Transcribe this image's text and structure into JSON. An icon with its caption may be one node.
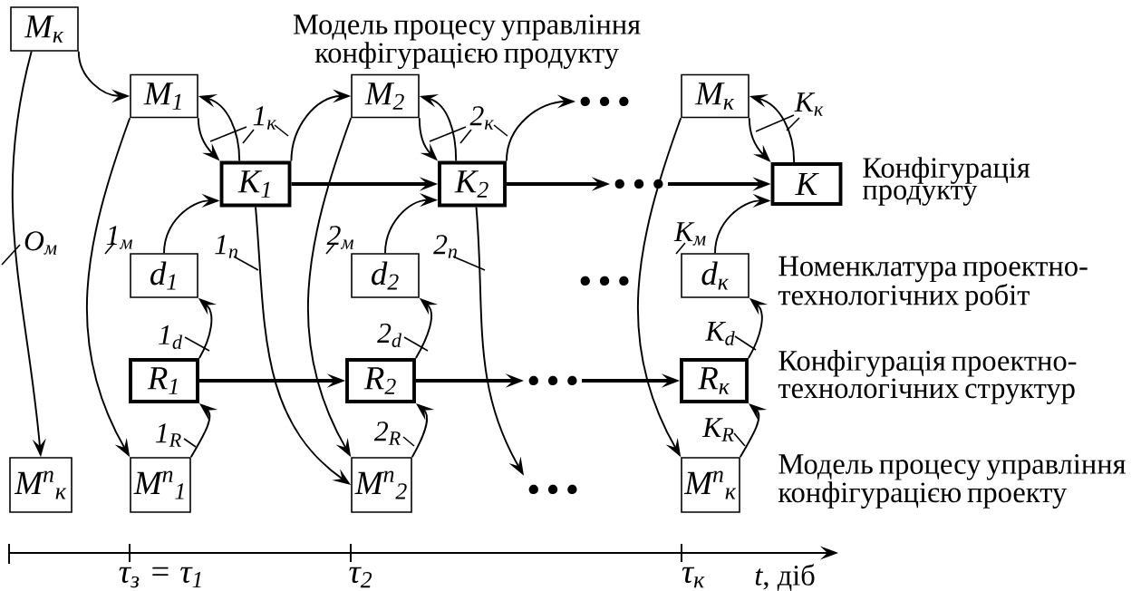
{
  "diagram": {
    "title": "Модель процесу управління конфігурацією продукту",
    "nodes": [
      {
        "text": [
          "M$_{к}$"
        ]
      },
      {
        "text": [
          "M$_{1}$"
        ]
      },
      {
        "text": [
          "M$_{2}$"
        ]
      },
      {
        "text": [
          "M$_{к}$"
        ]
      },
      {
        "text": [
          "K$_{1}$"
        ]
      },
      {
        "text": [
          "K$_{2}$"
        ]
      },
      {
        "text": [
          "K"
        ]
      },
      {
        "text": [
          "d$_{1}$"
        ]
      },
      {
        "text": [
          "d$_{2}$"
        ]
      },
      {
        "text": [
          "d$_{к}$"
        ]
      },
      {
        "text": [
          "R$_{1}$"
        ]
      },
      {
        "text": [
          "R$_{2}$"
        ]
      },
      {
        "text": [
          "R$_{к}$"
        ]
      },
      {
        "text": [
          "M$^{n}$$_{к}$"
        ]
      },
      {
        "text": [
          "M$^{n}$$_{1}$"
        ]
      },
      {
        "text": [
          "M$^{n}$$_{2}$"
        ]
      },
      {
        "text": [
          "M$^{n}$$_{к}$"
        ]
      },
      {
        "text": [
          "…"
        ]
      },
      {
        "text": [
          "…"
        ]
      },
      {
        "text": [
          "…"
        ]
      },
      {
        "text": [
          "…"
        ]
      }
    ],
    "edges": [
      {
        "from": 0,
        "to": 1,
        "arrow": "to"
      },
      {
        "from": 0,
        "to": 13,
        "arrow": "to",
        "label": "O$_{м}$"
      },
      {
        "from": 1,
        "to": 4,
        "arrow": "to"
      },
      {
        "from": 4,
        "to": 1,
        "arrow": "to",
        "label": "1$_{к}$"
      },
      {
        "from": 4,
        "to": 2,
        "arrow": "to"
      },
      {
        "from": 7,
        "to": 4,
        "arrow": "to"
      },
      {
        "from": 4,
        "to": 5,
        "arrow": "to",
        "style": "thick"
      },
      {
        "from": 1,
        "to": 14,
        "arrow": "to",
        "label": "1$_{м}$"
      },
      {
        "from": 4,
        "to": 15,
        "arrow": "to",
        "label": "1$_{n}$"
      },
      {
        "from": 10,
        "to": 7,
        "arrow": "to",
        "label": "1$_{d}$"
      },
      {
        "from": 14,
        "to": 10,
        "arrow": "to",
        "label": "1$_{R}$"
      },
      {
        "from": 10,
        "to": 11,
        "arrow": "to",
        "style": "thick"
      },
      {
        "from": 2,
        "to": 5,
        "arrow": "to"
      },
      {
        "from": 5,
        "to": 2,
        "arrow": "to",
        "label": "2$_{к}$"
      },
      {
        "from": 5,
        "to": 17,
        "arrow": "to"
      },
      {
        "from": 8,
        "to": 5,
        "arrow": "to"
      },
      {
        "from": 5,
        "to": 18,
        "arrow": "to",
        "style": "thick"
      },
      {
        "from": 2,
        "to": 15,
        "arrow": "to",
        "label": "2$_{м}$"
      },
      {
        "from": 5,
        "to": 20,
        "arrow": "to",
        "label": "2$_{n}$"
      },
      {
        "from": 11,
        "to": 8,
        "arrow": "to",
        "label": "2$_{d}$"
      },
      {
        "from": 15,
        "to": 11,
        "arrow": "to",
        "label": "2$_{R}$"
      },
      {
        "from": 11,
        "to": 19,
        "arrow": "to",
        "style": "thick"
      },
      {
        "from": 3,
        "to": 6,
        "arrow": "to"
      },
      {
        "from": 6,
        "to": 3,
        "arrow": "to",
        "label": "K$_{к}$"
      },
      {
        "from": 18,
        "to": 6,
        "arrow": "to",
        "style": "thick"
      },
      {
        "from": 9,
        "to": 6,
        "arrow": "to"
      },
      {
        "from": 3,
        "to": 16,
        "arrow": "to",
        "label": "K$_{м}$"
      },
      {
        "from": 19,
        "to": 12,
        "arrow": "to",
        "style": "thick"
      },
      {
        "from": 12,
        "to": 9,
        "arrow": "to",
        "label": "K$_{d}$"
      },
      {
        "from": 16,
        "to": 12,
        "arrow": "to",
        "label": "K$_{R}$"
      }
    ],
    "labels": [
      "Конфігурація продукту",
      "Номенклатура проектно-технологічних робіт",
      "…",
      "Конфігурація проектно-технологічних структур",
      "Модель процесу управління конфігурацією проекту",
      "τ$_{з}$ = τ$_{1}$",
      "τ$_{2}$",
      "τ$_{к}$",
      "*t*, діб"
    ]
  }
}
